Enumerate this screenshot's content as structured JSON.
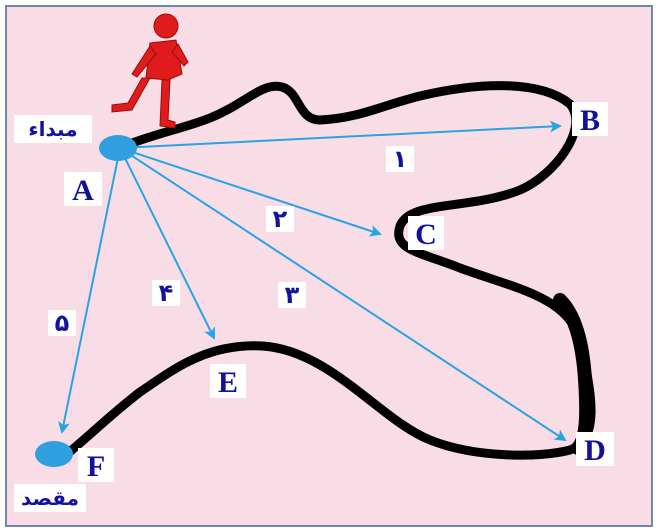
{
  "colors": {
    "background": "#f9dde6",
    "border": "#6f8aa6",
    "path": "#000000",
    "arrows": "#29a3e1",
    "node_fill": "#2f9fe0",
    "label_bg": "#ffffff",
    "text": "#12129c",
    "walker": "#e01b1b"
  },
  "labels": {
    "start": "مبداء",
    "destination": "مقصد",
    "points": {
      "A": "A",
      "B": "B",
      "C": "C",
      "D": "D",
      "E": "E",
      "F": "F"
    }
  },
  "arrows": [
    {
      "to": "B",
      "number": "۱"
    },
    {
      "to": "C",
      "number": "۲"
    },
    {
      "to": "D",
      "number": "۳"
    },
    {
      "to": "E",
      "number": "۴"
    },
    {
      "to": "F",
      "number": "۵"
    }
  ],
  "icons": {
    "walker": "walking-person-icon"
  }
}
